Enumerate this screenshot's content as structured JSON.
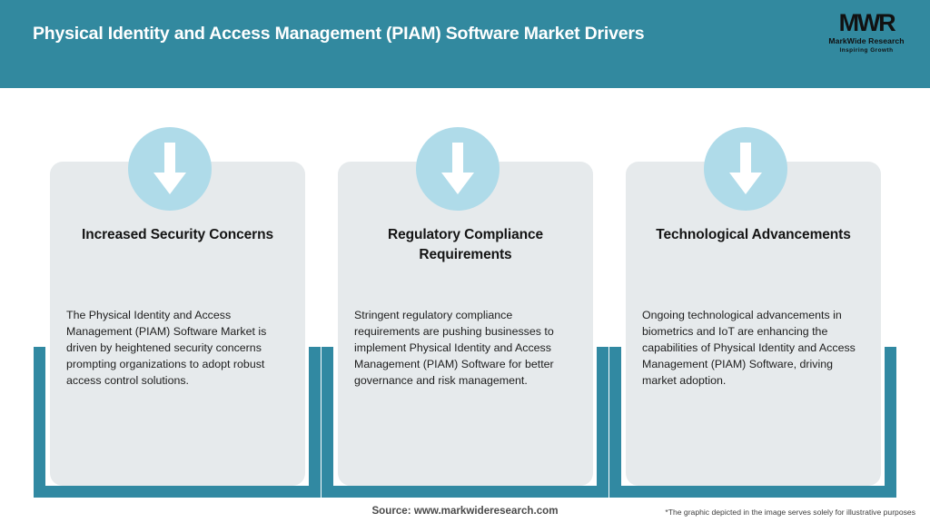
{
  "header": {
    "title": "Physical Identity and Access Management (PIAM) Software Market Drivers",
    "background_color": "#32899f",
    "title_color": "#ffffff"
  },
  "logo": {
    "mark": "MWR",
    "name": "MarkWide Research",
    "tagline": "Inspiring Growth"
  },
  "cards": [
    {
      "icon": "down-arrow-icon",
      "title": "Increased Security Concerns",
      "body": "The Physical Identity and Access Management (PIAM) Software Market is driven by heightened security concerns prompting organizations to adopt robust access control solutions."
    },
    {
      "icon": "down-arrow-icon",
      "title": "Regulatory Compliance Requirements",
      "body": "Stringent regulatory compliance requirements are pushing businesses to implement Physical Identity and Access Management (PIAM) Software for better governance and risk management."
    },
    {
      "icon": "down-arrow-icon",
      "title": "Technological Advancements",
      "body": "Ongoing technological advancements in biometrics and IoT are enhancing the capabilities of Physical Identity and Access Management (PIAM) Software, driving market adoption."
    }
  ],
  "footer": {
    "source": "Source: www.markwideresearch.com",
    "disclaimer": "*The graphic depicted in the image serves solely for illustrative purposes"
  },
  "colors": {
    "teal": "#3189a2",
    "light_blue": "#afdbe9",
    "card_background": "#e6eaec",
    "page_background": "#ffffff"
  }
}
